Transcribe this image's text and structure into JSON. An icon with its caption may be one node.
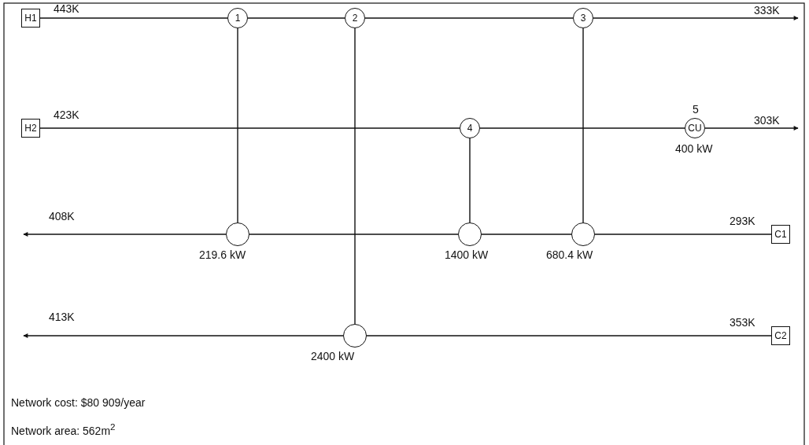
{
  "diagram": {
    "nodes": [
      {
        "text": [
          "H1"
        ],
        "beside": [
          "443K"
        ]
      },
      {
        "text": [
          "1"
        ]
      },
      {
        "text": [
          "2"
        ]
      },
      {
        "text": [
          "3"
        ]
      },
      {
        "text": [
          "H2"
        ],
        "beside": [
          "423K"
        ]
      },
      {
        "text": [
          "4"
        ]
      },
      {
        "text": [
          "CU"
        ],
        "beside": [
          "5",
          "400 kW"
        ]
      },
      {
        "text": [],
        "shape": "circle",
        "beside": [
          "219.6 kW"
        ]
      },
      {
        "text": [],
        "shape": "circle",
        "beside": [
          "1400 kW"
        ]
      },
      {
        "text": [],
        "shape": "circle",
        "beside": [
          "680.4 kW"
        ]
      },
      {
        "text": [
          "C1"
        ],
        "beside": [
          "293K"
        ]
      },
      {
        "text": [],
        "shape": "circle",
        "beside": [
          "2400 kW"
        ]
      },
      {
        "text": [
          "C2"
        ],
        "beside": [
          "353K"
        ]
      }
    ],
    "edges": [
      {
        "from": 0,
        "to": 1,
        "arrow": "none"
      },
      {
        "from": 1,
        "to": 2,
        "arrow": "none"
      },
      {
        "from": 2,
        "to": 3,
        "arrow": "none"
      },
      {
        "from": 3,
        "to": null,
        "arrow": "to"
      },
      {
        "from": 4,
        "to": 5,
        "arrow": "none"
      },
      {
        "from": 5,
        "to": 6,
        "arrow": "none"
      },
      {
        "from": 6,
        "to": null,
        "arrow": "to"
      },
      {
        "from": 10,
        "to": 9,
        "arrow": "none"
      },
      {
        "from": 9,
        "to": 8,
        "arrow": "none"
      },
      {
        "from": 8,
        "to": 7,
        "arrow": "none"
      },
      {
        "from": 7,
        "to": null,
        "arrow": "to"
      },
      {
        "from": 12,
        "to": 11,
        "arrow": "none"
      },
      {
        "from": 11,
        "to": null,
        "arrow": "to"
      },
      {
        "from": 1,
        "to": 7,
        "arrow": "none"
      },
      {
        "from": 2,
        "to": 11,
        "arrow": "none"
      },
      {
        "from": 3,
        "to": 9,
        "arrow": "none"
      },
      {
        "from": 5,
        "to": 8,
        "arrow": "none"
      }
    ],
    "labels": [
      "333K",
      "303K",
      "408K",
      "413K",
      "Network cost: $80 909/year",
      "Network area: 562m$^{2}$"
    ]
  }
}
